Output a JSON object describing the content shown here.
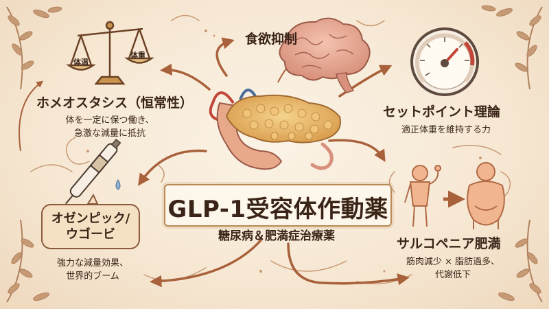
{
  "center": {
    "title": "GLP-1受容体作動薬",
    "subtitle": "糖尿病＆肥満症治療薬"
  },
  "nodes": {
    "appetite": {
      "title": "食欲抑制"
    },
    "homeostasis": {
      "title": "ホメオスタシス（恒常性）",
      "desc_line1": "体を一定に保つ働き、",
      "desc_line2": "急激な減量に抵抗",
      "scale_left": "体温",
      "scale_right": "体重"
    },
    "setpoint": {
      "title": "セットポイント理論",
      "desc": "適正体重を維持する力"
    },
    "ozempic": {
      "title_line1": "オゼンピック/",
      "title_line2": "ウゴービ",
      "desc_line1": "強力な減量効果、",
      "desc_line2": "世界的ブーム"
    },
    "sarcopenic": {
      "title": "サルコペニア肥満",
      "desc_line1": "筋肉減少 × 脂肪過多、",
      "desc_line2": "代謝低下"
    }
  },
  "icons": [
    "leaf-border-icon",
    "scale-icon",
    "brain-icon",
    "pancreas-icon",
    "gauge-icon",
    "pen-injector-icon",
    "person-thin-icon",
    "person-obese-icon",
    "arrow-icon"
  ],
  "colors": {
    "background": "#f6e7d2",
    "text": "#3a2418",
    "accent_brown": "#8a5a3a",
    "arrow": "#a8613a",
    "pancreas": "#e7b866",
    "flesh": "#e7a98a",
    "gauge_red": "#c0473a"
  }
}
